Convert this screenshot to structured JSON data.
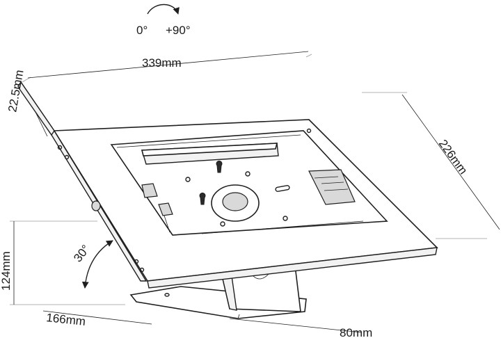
{
  "rotation": {
    "start_angle": "0°",
    "end_angle": "+90°"
  },
  "dimensions": {
    "width": "339mm",
    "depth": "22.5mm",
    "height_panel": "226mm",
    "base_height": "124mm",
    "tilt_angle": "30°",
    "base_depth": "166mm",
    "base_width": "80mm"
  },
  "colors": {
    "line": "#1f1f1f",
    "background": "#ffffff",
    "dimension_line": "#9a9a9a"
  }
}
